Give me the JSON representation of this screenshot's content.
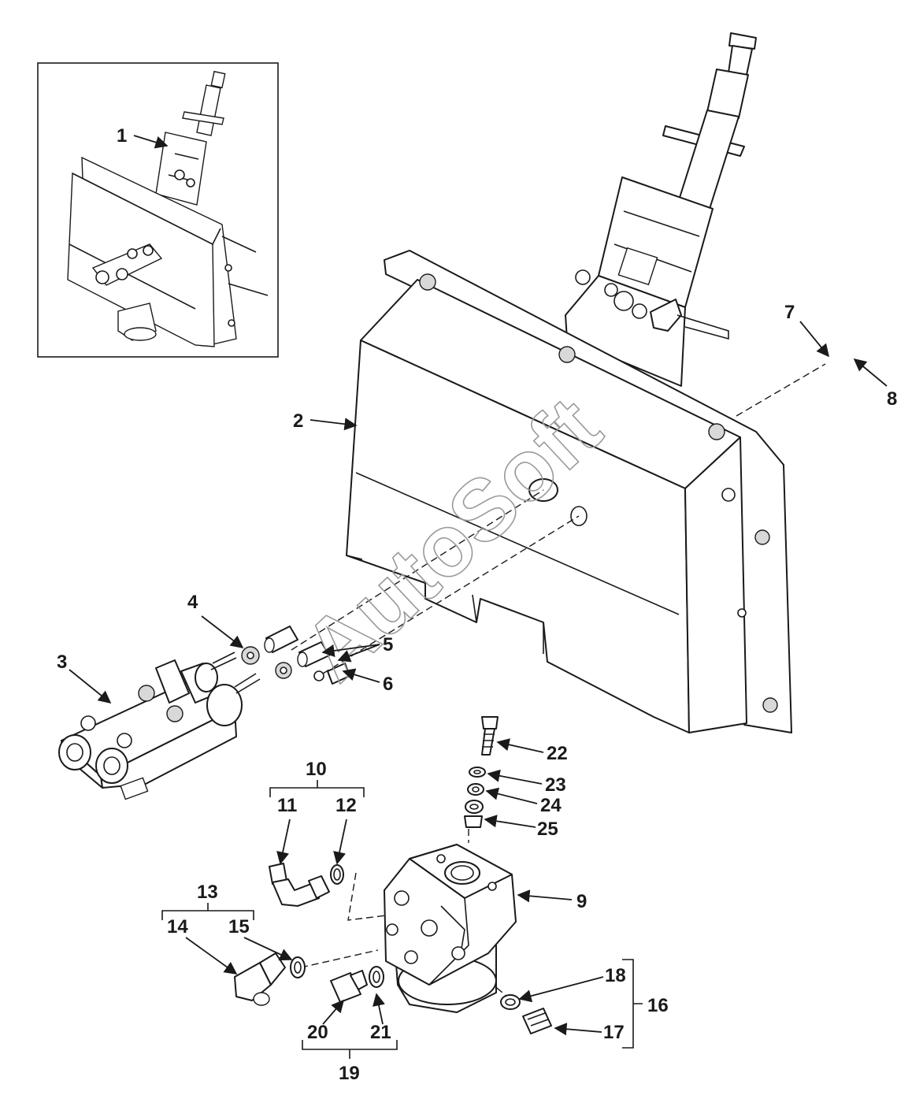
{
  "watermark": "AutoSoft",
  "callouts": {
    "c1": "1",
    "c2": "2",
    "c3": "3",
    "c4": "4",
    "c5": "5",
    "c6": "6",
    "c7": "7",
    "c8": "8",
    "c9": "9",
    "c10": "10",
    "c11": "11",
    "c12": "12",
    "c13": "13",
    "c14": "14",
    "c15": "15",
    "c16": "16",
    "c17": "17",
    "c18": "18",
    "c19": "19",
    "c20": "20",
    "c21": "21",
    "c22": "22",
    "c23": "23",
    "c24": "24",
    "c25": "25"
  }
}
